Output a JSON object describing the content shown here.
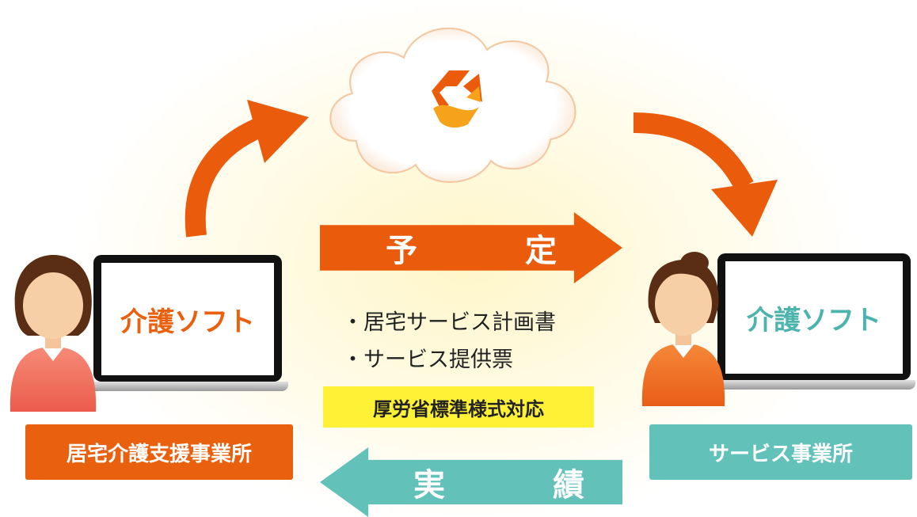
{
  "colors": {
    "orange": "#ea5c0c",
    "teal": "#62c1b9",
    "yellow": "#fff236"
  },
  "icons": [
    "cloud-icon",
    "app-logo-icon",
    "person-icon",
    "laptop-icon"
  ],
  "flows": {
    "plan_label": "予　定",
    "result_label": "実　績"
  },
  "documents": {
    "items": [
      "・居宅サービス計画書",
      "・サービス提供票"
    ],
    "standard_badge": "厚労省標準様式対応"
  },
  "left_office": {
    "software_label": "介護ソフト",
    "name": "居宅介護支援事業所"
  },
  "right_office": {
    "software_label": "介護ソフト",
    "name": "サービス事業所"
  }
}
